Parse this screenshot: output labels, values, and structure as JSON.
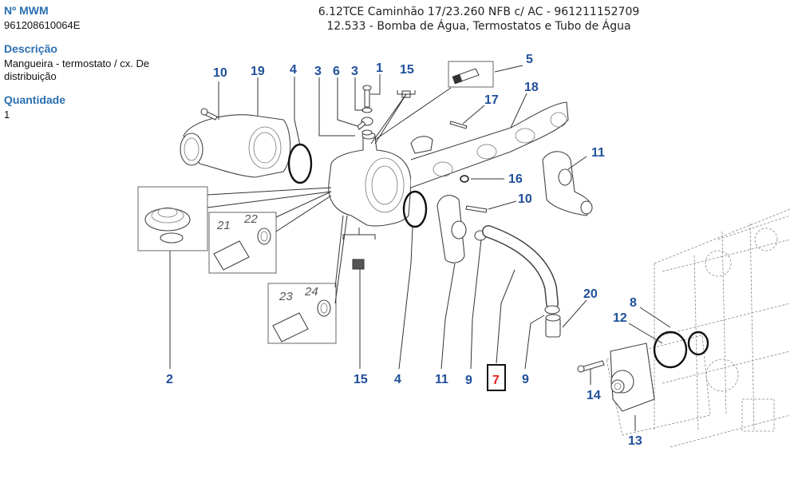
{
  "part_info": {
    "mwm_label": "Nº MWM",
    "mwm_value": "961208610064E",
    "description_label": "Descrição",
    "description_value": "Mangueira - termostato / cx. De distribuição",
    "quantity_label": "Quantidade",
    "quantity_value": "1"
  },
  "header": {
    "line1": "6.12TCE Caminhão 17/23.260 NFB c/ AC - 961211152709",
    "line2": "12.533 - Bomba de Água, Termostatos e Tubo de Água"
  },
  "diagram": {
    "accent_color": "#1f4f9a",
    "selected_color": "#e02020",
    "selected_part": "7",
    "callouts": {
      "c10a": "10",
      "c19": "19",
      "c4a": "4",
      "c3a": "3",
      "c6": "6",
      "c3b": "3",
      "c1": "1",
      "c15a": "15",
      "c5": "5",
      "c18": "18",
      "c17": "17",
      "c11a": "11",
      "c16": "16",
      "c10b": "10",
      "c21": "21",
      "c22": "22",
      "c23": "23",
      "c24": "24",
      "c2": "2",
      "c15b": "15",
      "c4b": "4",
      "c11b": "11",
      "c9a": "9",
      "c7": "7",
      "c9b": "9",
      "c20": "20",
      "c8": "8",
      "c12": "12",
      "c14": "14",
      "c13": "13"
    }
  }
}
